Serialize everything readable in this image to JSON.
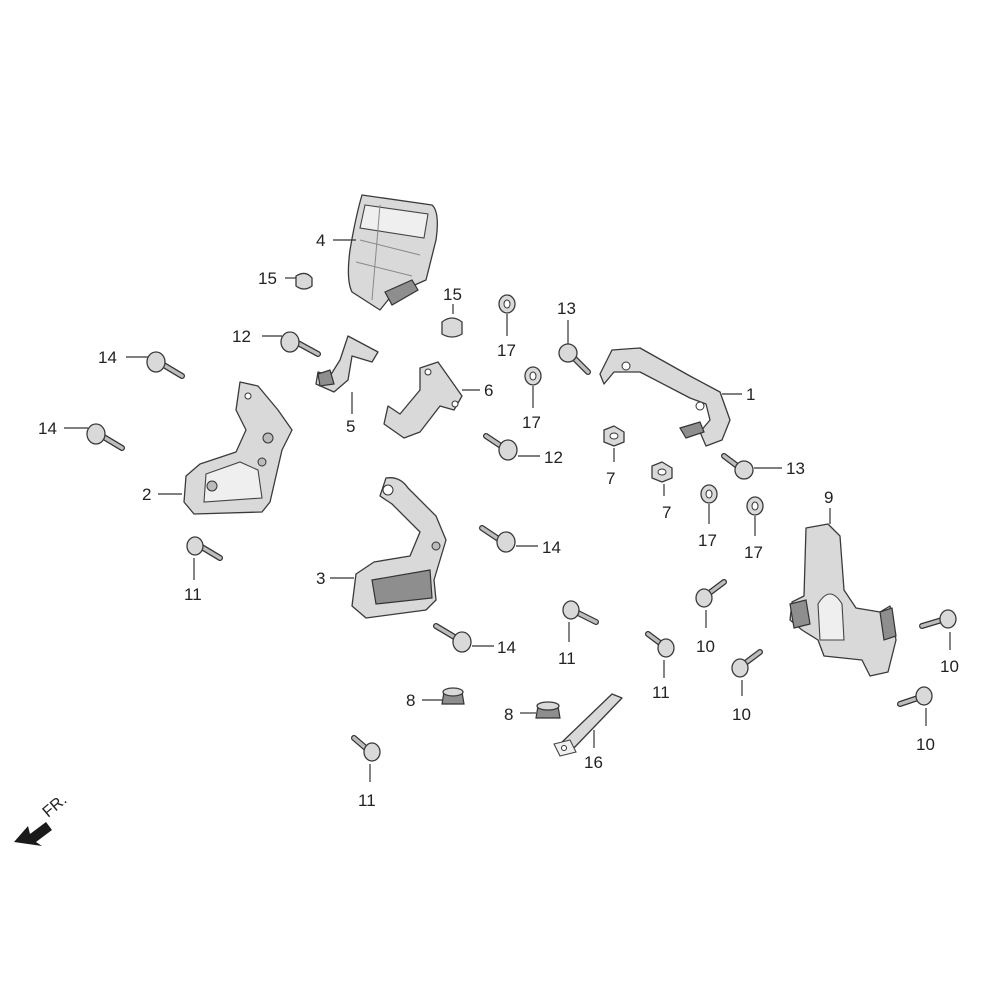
{
  "callouts": [
    {
      "id": "c1",
      "text": "1"
    },
    {
      "id": "c2",
      "text": "2"
    },
    {
      "id": "c3",
      "text": "3"
    },
    {
      "id": "c4",
      "text": "4"
    },
    {
      "id": "c5",
      "text": "5"
    },
    {
      "id": "c6",
      "text": "6"
    },
    {
      "id": "c7a",
      "text": "7"
    },
    {
      "id": "c7b",
      "text": "7"
    },
    {
      "id": "c8a",
      "text": "8"
    },
    {
      "id": "c8b",
      "text": "8"
    },
    {
      "id": "c9",
      "text": "9"
    },
    {
      "id": "c10a",
      "text": "10"
    },
    {
      "id": "c10b",
      "text": "10"
    },
    {
      "id": "c10c",
      "text": "10"
    },
    {
      "id": "c10d",
      "text": "10"
    },
    {
      "id": "c11a",
      "text": "11"
    },
    {
      "id": "c11b",
      "text": "11"
    },
    {
      "id": "c11c",
      "text": "11"
    },
    {
      "id": "c11d",
      "text": "11"
    },
    {
      "id": "c12a",
      "text": "12"
    },
    {
      "id": "c12b",
      "text": "12"
    },
    {
      "id": "c13a",
      "text": "13"
    },
    {
      "id": "c13b",
      "text": "13"
    },
    {
      "id": "c14a",
      "text": "14"
    },
    {
      "id": "c14b",
      "text": "14"
    },
    {
      "id": "c14c",
      "text": "14"
    },
    {
      "id": "c14d",
      "text": "14"
    },
    {
      "id": "c15a",
      "text": "15"
    },
    {
      "id": "c15b",
      "text": "15"
    },
    {
      "id": "c16",
      "text": "16"
    },
    {
      "id": "c17a",
      "text": "17"
    },
    {
      "id": "c17b",
      "text": "17"
    },
    {
      "id": "c17c",
      "text": "17"
    },
    {
      "id": "c17d",
      "text": "17"
    }
  ],
  "front_indicator": {
    "text": "FR.",
    "icon": "front-direction-arrow-icon"
  }
}
